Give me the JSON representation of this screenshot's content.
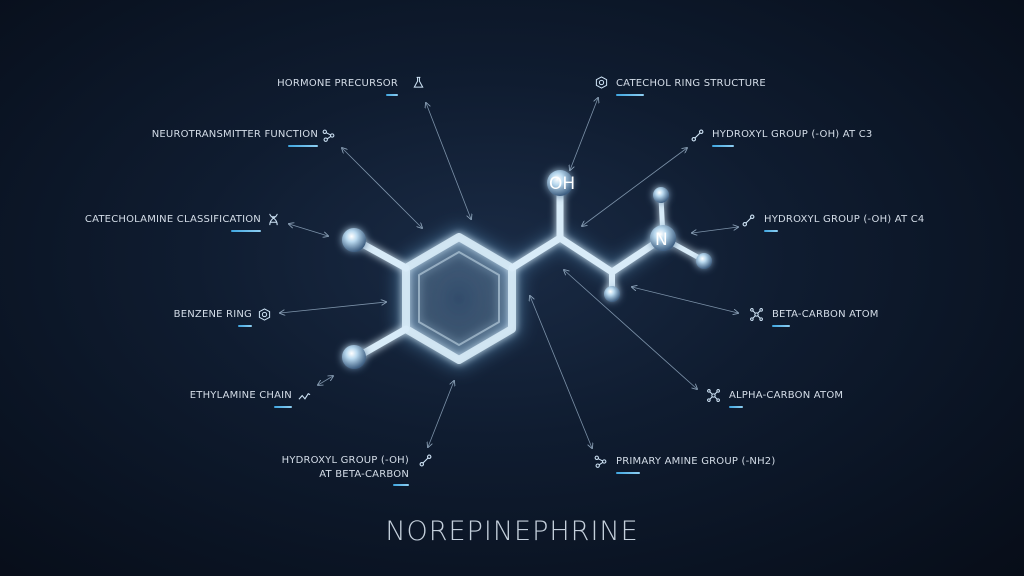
{
  "title": "NOREPINEPHRINE",
  "atom_labels": {
    "oh": "OH",
    "n": "N"
  },
  "labels": [
    {
      "id": "hormone-precursor",
      "text": "HORMONE PRECURSOR",
      "icon": "flask-icon"
    },
    {
      "id": "neurotransmitter-function",
      "text": "NEUROTRANSMITTER FUNCTION",
      "icon": "molecule-icon"
    },
    {
      "id": "catecholamine-classification",
      "text": "CATECHOLAMINE CLASSIFICATION",
      "icon": "dna-icon"
    },
    {
      "id": "benzene-ring",
      "text": "BENZENE RING",
      "icon": "hexagon-icon"
    },
    {
      "id": "ethylamine-chain",
      "text": "ETHYLAMINE CHAIN",
      "icon": "zigzag-icon"
    },
    {
      "id": "hydroxyl-beta-carbon",
      "text_line1": "HYDROXYL GROUP (-OH)",
      "text_line2": "AT BETA-CARBON",
      "icon": "bond-icon"
    },
    {
      "id": "catechol-ring-structure",
      "text": "CATECHOL RING STRUCTURE",
      "icon": "hexagon-icon"
    },
    {
      "id": "hydroxyl-c3",
      "text": "HYDROXYL GROUP (-OH) AT C3",
      "icon": "bond-icon"
    },
    {
      "id": "hydroxyl-c4",
      "text": "HYDROXYL GROUP (-OH) AT C4",
      "icon": "bond-icon"
    },
    {
      "id": "beta-carbon-atom",
      "text": "BETA-CARBON ATOM",
      "icon": "atom-cross-icon"
    },
    {
      "id": "alpha-carbon-atom",
      "text": "ALPHA-CARBON ATOM",
      "icon": "atom-cross-icon"
    },
    {
      "id": "primary-amine-group",
      "text": "PRIMARY AMINE GROUP (-NH2)",
      "icon": "molecule-icon"
    }
  ],
  "colors": {
    "accent": "#3fa6e0",
    "glass": "#cfe6f7",
    "arrow": "#8fa6bd",
    "text": "#d4dde8"
  }
}
